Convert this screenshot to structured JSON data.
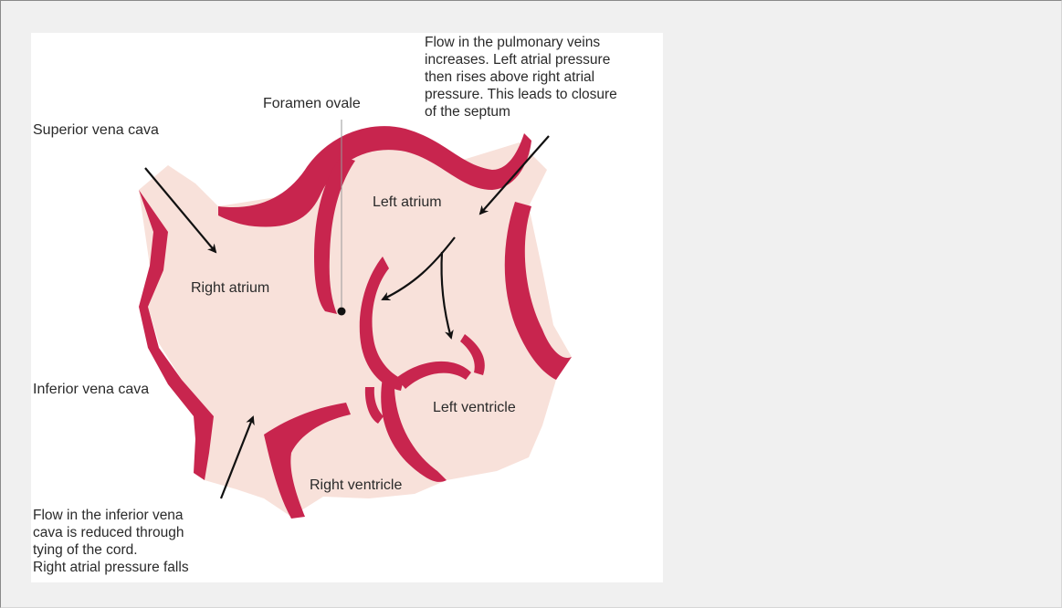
{
  "diagram": {
    "colors": {
      "wall": "#c8254e",
      "chamber": "#f8e1da",
      "arrow": "#111111",
      "text": "#2a2a2a",
      "background": "#f0f0f0",
      "panel": "#ffffff"
    },
    "labels": {
      "pulmonary_note": "Flow in the pulmonary veins\nincreases. Left atrial pressure\nthen rises above right atrial\npressure. This leads to closure\nof the septum",
      "foramen_ovale": "Foramen ovale",
      "superior_vena_cava": "Superior vena cava",
      "left_atrium": "Left atrium",
      "right_atrium": "Right atrium",
      "inferior_vena_cava": "Inferior vena cava",
      "left_ventricle": "Left ventricle",
      "right_ventricle": "Right ventricle",
      "ivc_note": "Flow in the inferior vena\ncava is reduced through\ntying of the cord.\nRight atrial pressure falls"
    }
  }
}
